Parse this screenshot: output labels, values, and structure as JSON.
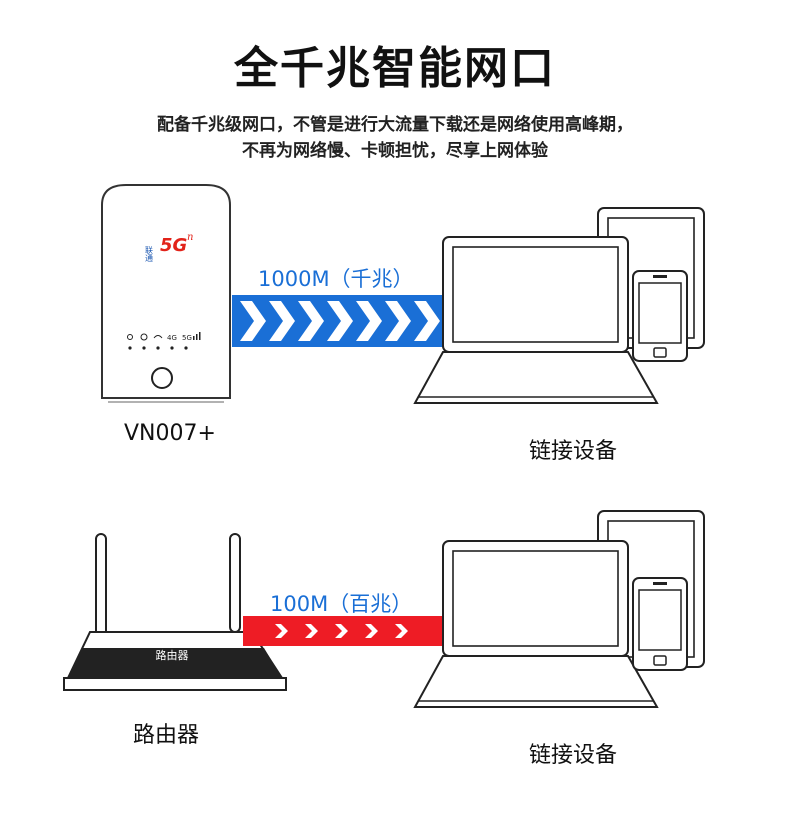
{
  "title": "全千兆智能网口",
  "subtitle_line1": "配备千兆级网口，不管是进行大流量下载还是网络使用高峰期，",
  "subtitle_line2": "不再为网络慢、卡顿担忧，尽享上网体验",
  "top": {
    "device_name": "VN007+",
    "device_brand": "联通",
    "device_5g": "5G",
    "device_indicators": [
      "4G",
      "5G"
    ],
    "speed_label": "1000M（千兆）",
    "target_label": "链接设备",
    "arrow_color": "#1a6fd6"
  },
  "bottom": {
    "device_name": "路由器",
    "device_face_label": "路由器",
    "speed_label": "100M（百兆）",
    "target_label": "链接设备",
    "arrow_color": "#ee1c25"
  }
}
